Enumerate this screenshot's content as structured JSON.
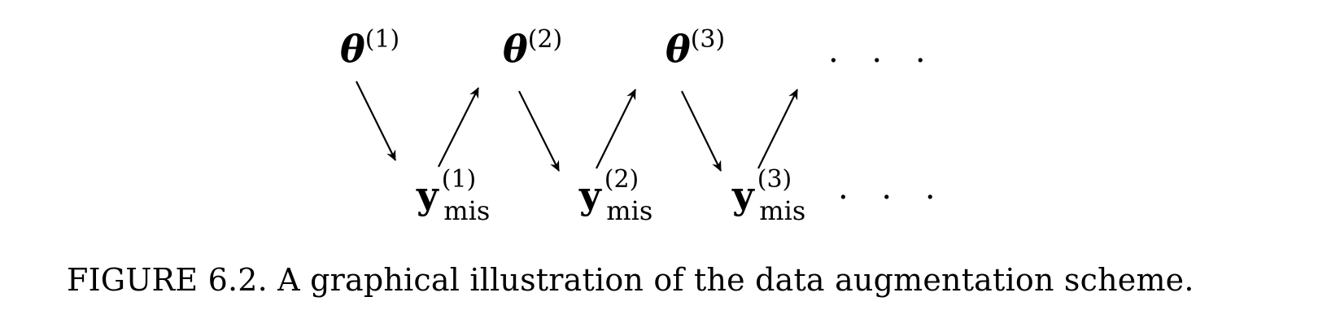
{
  "diagram": {
    "top_row": [
      {
        "symbol": "θ",
        "superscript": "(1)"
      },
      {
        "symbol": "θ",
        "superscript": "(2)"
      },
      {
        "symbol": "θ",
        "superscript": "(3)"
      }
    ],
    "bottom_row": [
      {
        "symbol": "y",
        "superscript": "(1)",
        "subscript": "mis"
      },
      {
        "symbol": "y",
        "superscript": "(2)",
        "subscript": "mis"
      },
      {
        "symbol": "y",
        "superscript": "(3)",
        "subscript": "mis"
      }
    ],
    "top_ellipsis": ". . .",
    "bottom_ellipsis": ". . ."
  },
  "caption": "FIGURE 6.2. A graphical illustration of the data augmentation scheme."
}
